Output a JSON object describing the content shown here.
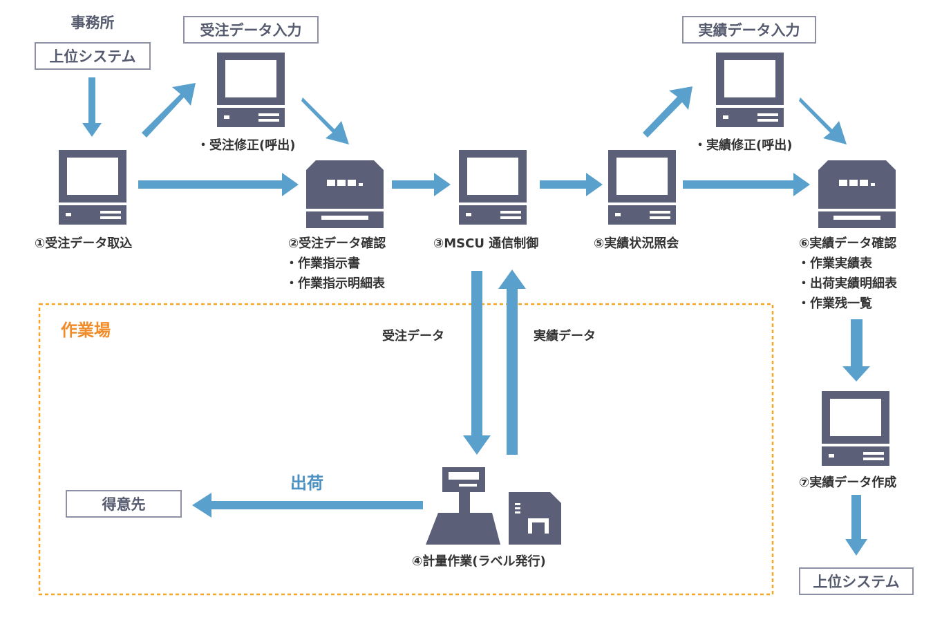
{
  "office": {
    "title": "事務所",
    "upper_system_top": "上位システム"
  },
  "order_input_box": "受注データ入力",
  "actual_input_box": "実績データ入力",
  "order_fix": "・受注修正(呼出)",
  "actual_fix": "・実績修正(呼出)",
  "nodes": {
    "n1": "①受注データ取込",
    "n2": "②受注データ確認",
    "n2_sub": [
      "・作業指示書",
      "・作業指示明細表"
    ],
    "n3": "③MSCU 通信制御",
    "n5": "⑤実績状況照会",
    "n6": "⑥実績データ確認",
    "n6_sub": [
      "・作業実績表",
      "・出荷実績明細表",
      "・作業残一覧"
    ],
    "n7": "⑦実績データ作成",
    "n4": "④計量作業(ラベル発行)"
  },
  "workshop": {
    "title": "作業場",
    "order_data": "受注データ",
    "actual_data": "実績データ",
    "shipping": "出荷",
    "customer": "得意先"
  },
  "upper_system_bottom": "上位システム",
  "colors": {
    "arrow": "#5aa0cc",
    "machine": "#5c5f78",
    "dashed_border": "#f5a623",
    "workshop_title": "#f08c2a",
    "shipping_label": "#4a90c2",
    "box_border": "#8d90a4"
  }
}
